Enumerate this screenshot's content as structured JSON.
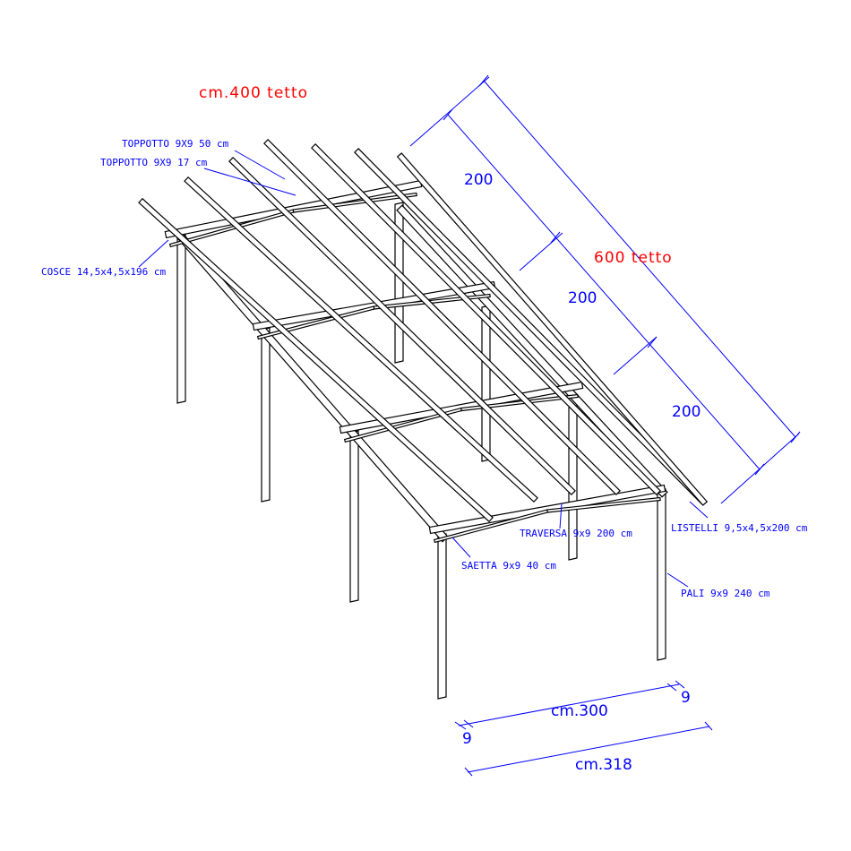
{
  "title_width": "cm.400 tetto",
  "title_length": "600 tetto",
  "segments": [
    "200",
    "200",
    "200"
  ],
  "labels": {
    "toppotto50": "TOPPOTTO 9X9 50 cm",
    "toppotto17": "TOPPOTTO 9X9 17 cm",
    "cosce": "COSCE 14,5x4,5x196 cm",
    "traversa": "TRAVERSA 9x9 200 cm",
    "saetta": "SAETTA 9x9 40 cm",
    "listelli": "LISTELLI 9,5x4,5x200 cm",
    "pali": "PALI 9x9 240 cm"
  },
  "bottom_dims": {
    "span": "cm.300",
    "post_left": "9",
    "post_right": "9",
    "total": "cm.318"
  },
  "colors": {
    "dimension": "#0000ff",
    "title": "#ff0000",
    "structure": "#000000"
  }
}
